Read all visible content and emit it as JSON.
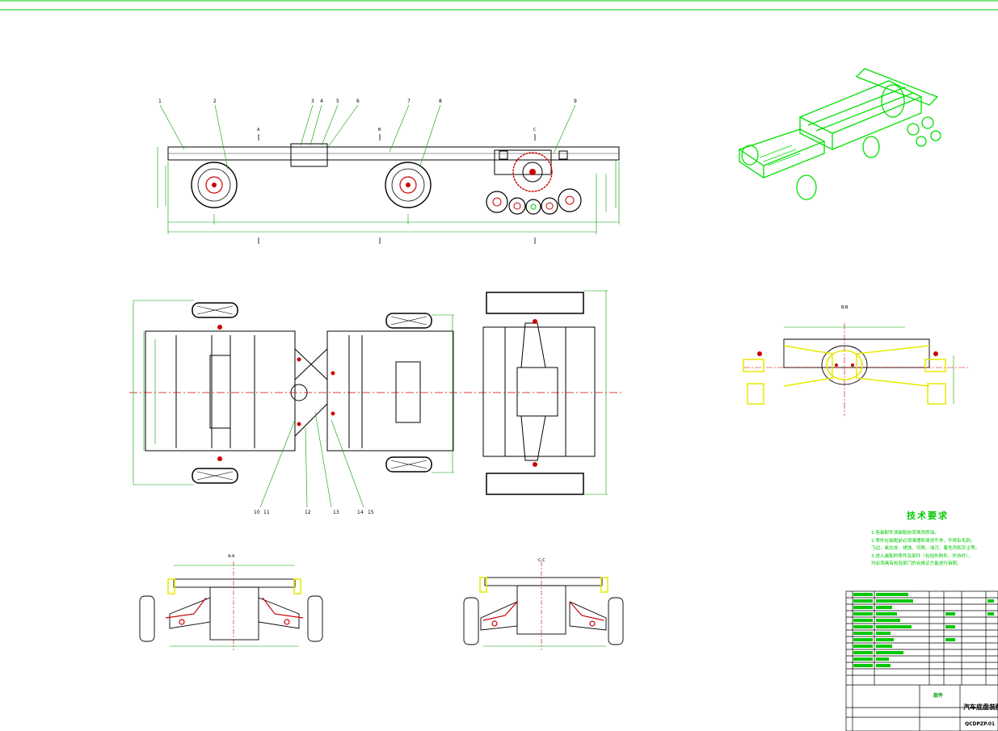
{
  "drawing": {
    "part_callouts": [
      "1",
      "2",
      "3",
      "4",
      "5",
      "6",
      "7",
      "8",
      "9"
    ],
    "bottom_callouts": [
      "10",
      "11",
      "12",
      "13",
      "14",
      "15"
    ],
    "section_marks": [
      "A",
      "B",
      "C"
    ],
    "section_titles": [
      "B-B",
      "A-A",
      "C-C"
    ],
    "technical_requirements": {
      "title": "技术要求",
      "lines": [
        "1.各装配件须装配前须清洗除油。",
        "2.零件在装配前必须清理和清洗干净，不得有毛刺、",
        "飞边、氧化皮、锈蚀、切屑、油污、着色剂和灰尘等。",
        "3.进入装配的零件及部件（包括外购件、外协件），",
        "均必须具有检验部门的合格证方能进行装配。"
      ]
    },
    "title_block": {
      "assembly_name": "汽车底盘装配",
      "drawing_number": "QCDPZP.01",
      "field_label": "部件"
    },
    "colors": {
      "frame": "#00c800",
      "lines": "#000000",
      "dims": "#00a000",
      "parts": "#cc0000",
      "accent": "#e8e800"
    }
  }
}
